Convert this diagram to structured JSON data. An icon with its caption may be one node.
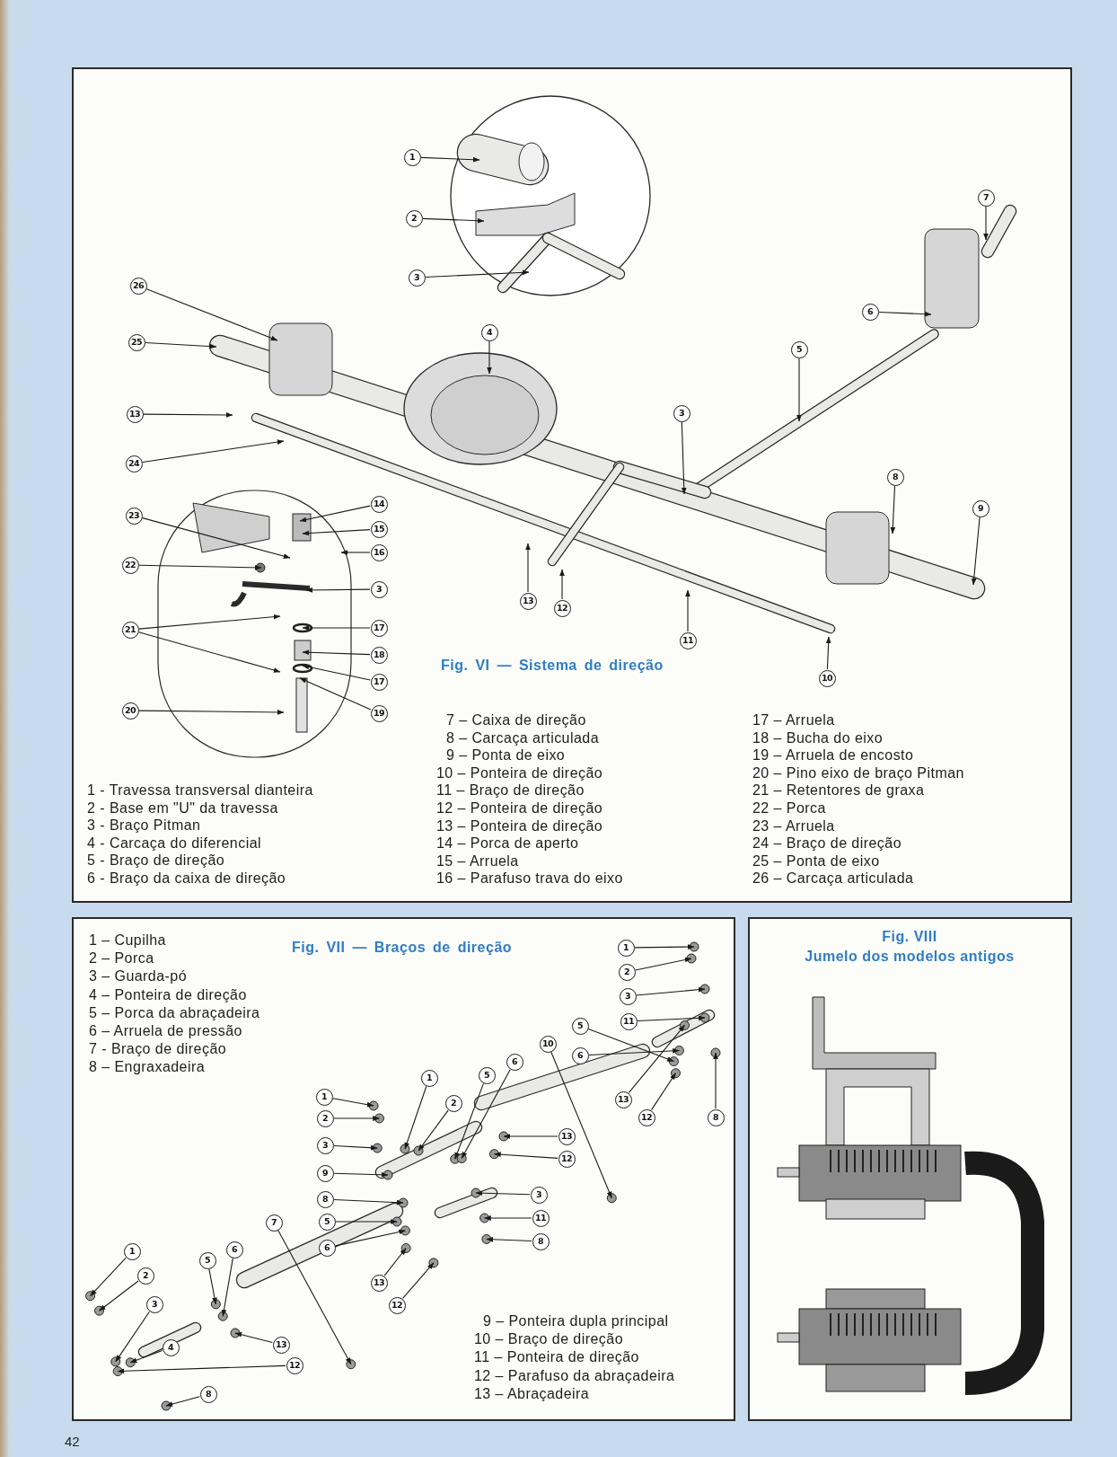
{
  "diagram": {
    "nodes": [
      {
        "text": [
          "1"
        ]
      },
      {
        "text": [
          "2"
        ]
      },
      {
        "text": [
          "3"
        ]
      },
      {
        "text": [
          "26"
        ]
      },
      {
        "text": [
          "25"
        ]
      },
      {
        "text": [
          "4"
        ]
      },
      {
        "text": [
          "7"
        ]
      },
      {
        "text": [
          "6"
        ]
      },
      {
        "text": [
          "5"
        ]
      },
      {
        "text": [
          "13"
        ]
      },
      {
        "text": [
          "24"
        ]
      },
      {
        "text": [
          "3"
        ]
      },
      {
        "text": [
          "8"
        ]
      },
      {
        "text": [
          "9"
        ]
      },
      {
        "text": [
          "23"
        ]
      },
      {
        "text": [
          "14"
        ]
      },
      {
        "text": [
          "15"
        ]
      },
      {
        "text": [
          "16"
        ]
      },
      {
        "text": [
          "22"
        ]
      },
      {
        "text": [
          "3"
        ]
      },
      {
        "text": [
          "13"
        ]
      },
      {
        "text": [
          "12"
        ]
      },
      {
        "text": [
          "11"
        ]
      },
      {
        "text": [
          "21"
        ]
      },
      {
        "text": [
          "17"
        ]
      },
      {
        "text": [
          "18"
        ]
      },
      {
        "text": [
          "17"
        ]
      },
      {
        "text": [
          "10"
        ]
      },
      {
        "text": [
          "20"
        ]
      },
      {
        "text": [
          "19"
        ]
      },
      {
        "text": [
          "1"
        ]
      },
      {
        "text": [
          "2"
        ]
      },
      {
        "text": [
          "3"
        ]
      },
      {
        "text": [
          "11"
        ]
      },
      {
        "text": [
          "5"
        ]
      },
      {
        "text": [
          "6"
        ]
      },
      {
        "text": [
          "10"
        ]
      },
      {
        "text": [
          "13"
        ]
      },
      {
        "text": [
          "12"
        ]
      },
      {
        "text": [
          "8"
        ]
      },
      {
        "text": [
          "5"
        ]
      },
      {
        "text": [
          "6"
        ]
      },
      {
        "text": [
          "13"
        ]
      },
      {
        "text": [
          "12"
        ]
      },
      {
        "text": [
          "1"
        ]
      },
      {
        "text": [
          "2"
        ]
      },
      {
        "text": [
          "1"
        ]
      },
      {
        "text": [
          "2"
        ]
      },
      {
        "text": [
          "3"
        ]
      },
      {
        "text": [
          "9"
        ]
      },
      {
        "text": [
          "8"
        ]
      },
      {
        "text": [
          "3"
        ]
      },
      {
        "text": [
          "11"
        ]
      },
      {
        "text": [
          "8"
        ]
      },
      {
        "text": [
          "5"
        ]
      },
      {
        "text": [
          "6"
        ]
      },
      {
        "text": [
          "7"
        ]
      },
      {
        "text": [
          "13"
        ]
      },
      {
        "text": [
          "12"
        ]
      },
      {
        "text": [
          "1"
        ]
      },
      {
        "text": [
          "2"
        ]
      },
      {
        "text": [
          "5"
        ]
      },
      {
        "text": [
          "6"
        ]
      },
      {
        "text": [
          "3"
        ]
      },
      {
        "text": [
          "4"
        ]
      },
      {
        "text": [
          "13"
        ]
      },
      {
        "text": [
          "12"
        ]
      },
      {
        "text": [
          "8"
        ]
      }
    ],
    "edges": [
      {
        "from": 0,
        "to": null,
        "arrow": "to"
      },
      {
        "from": 1,
        "to": null,
        "arrow": "to"
      },
      {
        "from": 2,
        "to": null,
        "arrow": "to"
      },
      {
        "from": 3,
        "to": null,
        "arrow": "to"
      },
      {
        "from": 4,
        "to": null,
        "arrow": "to"
      },
      {
        "from": 5,
        "to": null,
        "arrow": "to"
      },
      {
        "from": 6,
        "to": null,
        "arrow": "to"
      },
      {
        "from": 7,
        "to": null,
        "arrow": "to"
      },
      {
        "from": 8,
        "to": null,
        "arrow": "to"
      },
      {
        "from": 9,
        "to": null,
        "arrow": "to"
      },
      {
        "from": 10,
        "to": null,
        "arrow": "to"
      },
      {
        "from": 11,
        "to": null,
        "arrow": "to"
      },
      {
        "from": 12,
        "to": null,
        "arrow": "to"
      },
      {
        "from": 13,
        "to": null,
        "arrow": "to"
      },
      {
        "from": 14,
        "to": null,
        "arrow": "to"
      },
      {
        "from": 15,
        "to": null,
        "arrow": "to"
      },
      {
        "from": 16,
        "to": null,
        "arrow": "to"
      },
      {
        "from": 17,
        "to": null,
        "arrow": "to"
      },
      {
        "from": 18,
        "to": null,
        "arrow": "to"
      },
      {
        "from": 19,
        "to": null,
        "arrow": "to"
      },
      {
        "from": 20,
        "to": null,
        "arrow": "to"
      },
      {
        "from": 21,
        "to": null,
        "arrow": "to"
      },
      {
        "from": 22,
        "to": null,
        "arrow": "to"
      },
      {
        "from": 23,
        "to": null,
        "arrow": "to"
      },
      {
        "from": 23,
        "to": null,
        "arrow": "to"
      },
      {
        "from": 24,
        "to": null,
        "arrow": "to"
      },
      {
        "from": 25,
        "to": null,
        "arrow": "to"
      },
      {
        "from": 26,
        "to": null,
        "arrow": "to"
      },
      {
        "from": 27,
        "to": null,
        "arrow": "to"
      },
      {
        "from": 28,
        "to": null,
        "arrow": "to"
      },
      {
        "from": 29,
        "to": null,
        "arrow": "to"
      },
      {
        "from": 30,
        "to": null,
        "arrow": "to"
      },
      {
        "from": 31,
        "to": null,
        "arrow": "to"
      },
      {
        "from": 32,
        "to": null,
        "arrow": "to"
      },
      {
        "from": 33,
        "to": null,
        "arrow": "to"
      },
      {
        "from": 34,
        "to": null,
        "arrow": "to"
      },
      {
        "from": 35,
        "to": null,
        "arrow": "to"
      },
      {
        "from": 36,
        "to": null,
        "arrow": "to"
      },
      {
        "from": 37,
        "to": null,
        "arrow": "to"
      },
      {
        "from": 38,
        "to": null,
        "arrow": "to"
      },
      {
        "from": 39,
        "to": null,
        "arrow": "to"
      },
      {
        "from": 40,
        "to": null,
        "arrow": "to"
      },
      {
        "from": 41,
        "to": null,
        "arrow": "to"
      },
      {
        "from": 42,
        "to": null,
        "arrow": "to"
      },
      {
        "from": 43,
        "to": null,
        "arrow": "to"
      },
      {
        "from": 44,
        "to": null,
        "arrow": "to"
      },
      {
        "from": 45,
        "to": null,
        "arrow": "to"
      },
      {
        "from": 46,
        "to": null,
        "arrow": "to"
      },
      {
        "from": 47,
        "to": null,
        "arrow": "to"
      },
      {
        "from": 48,
        "to": null,
        "arrow": "to"
      },
      {
        "from": 49,
        "to": null,
        "arrow": "to"
      },
      {
        "from": 50,
        "to": null,
        "arrow": "to"
      },
      {
        "from": 51,
        "to": null,
        "arrow": "to"
      },
      {
        "from": 52,
        "to": null,
        "arrow": "to"
      },
      {
        "from": 53,
        "to": null,
        "arrow": "to"
      },
      {
        "from": 54,
        "to": null,
        "arrow": "to"
      },
      {
        "from": 55,
        "to": null,
        "arrow": "to"
      },
      {
        "from": 56,
        "to": null,
        "arrow": "to"
      },
      {
        "from": 57,
        "to": null,
        "arrow": "to"
      },
      {
        "from": 58,
        "to": null,
        "arrow": "to"
      },
      {
        "from": 59,
        "to": null,
        "arrow": "to"
      },
      {
        "from": 60,
        "to": null,
        "arrow": "to"
      },
      {
        "from": 61,
        "to": null,
        "arrow": "to"
      },
      {
        "from": 62,
        "to": null,
        "arrow": "to"
      },
      {
        "from": 63,
        "to": null,
        "arrow": "to"
      },
      {
        "from": 64,
        "to": null,
        "arrow": "to"
      },
      {
        "from": 65,
        "to": null,
        "arrow": "to"
      },
      {
        "from": 66,
        "to": null,
        "arrow": "to"
      },
      {
        "from": 67,
        "to": null,
        "arrow": "to"
      }
    ],
    "labels": [
      "Fig. VI — Sistema de direção",
      "1 - Travessa transversal dianteira",
      "2 - Base em \"U\" da travessa",
      "3 - Braço Pitman",
      "4 - Carcaça do diferencial",
      "5 - Braço de direção",
      "6 - Braço da caixa de direção",
      "7 – Caixa de direção",
      "8 – Carcaça articulada",
      "9 – Ponta de eixo",
      "10 – Ponteira de direção",
      "11 – Braço de direção",
      "12 – Ponteira de direção",
      "13 – Ponteira de direção",
      "14 – Porca de aperto",
      "15 – Arruela",
      "16 – Parafuso trava do eixo",
      "17 – Arruela",
      "18 – Bucha do eixo",
      "19 – Arruela de encosto",
      "20 – Pino eixo de braço Pitman",
      "21 – Retentores de graxa",
      "22 – Porca",
      "23 – Arruela",
      "24 – Braço de direção",
      "25 – Ponta de eixo",
      "26 – Carcaça articulada",
      "1 – Cupilha",
      "2 – Porca",
      "3 – Guarda-pó",
      "4 – Ponteira de direção",
      "5 – Porca da abraçadeira",
      "6 – Arruela de pressão",
      "7 - Braço de direção",
      "8 – Engraxadeira",
      "Fig. VII — Braços de direção",
      "9 – Ponteira dupla principal",
      "10 – Braço de direção",
      "11 – Ponteira de direção",
      "12 – Parafuso da abraçadeira",
      "13 – Abraçadeira",
      "Fig. VIII",
      "Jumelo dos modelos antigos",
      "42"
    ]
  }
}
